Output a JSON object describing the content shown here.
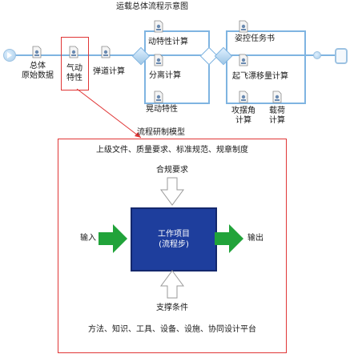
{
  "flow": {
    "title": "运载总体流程示意图",
    "nodes": {
      "overall_1": "总体",
      "overall_2": "原始数据",
      "aero_1": "气动",
      "aero_2": "特性",
      "trajectory": "弹道计算",
      "power": "动特性计算",
      "separation": "分离计算",
      "sloshing": "晃动特性",
      "attitude_task": "姿控任务书",
      "drift": "起飞漂移量计算",
      "attack_1": "攻摆角",
      "attack_2": "计算",
      "load_1": "载荷",
      "load_2": "计算"
    }
  },
  "model": {
    "title": "流程研制模型",
    "upper_docs": "上级文件、质量要求、标准规范、规章制度",
    "compliance": "合规要求",
    "input": "输入",
    "output": "输出",
    "work_1": "工作项目",
    "work_2": "(流程步)",
    "support": "支撑条件",
    "platforms": "方法、知识、工具、设备、设施、协同设计平台"
  },
  "colors": {
    "flow_line": "#7fb4e1",
    "highlight": "#e03636",
    "work_box": "#1e3e9d",
    "arrow_green": "#21a33a"
  }
}
